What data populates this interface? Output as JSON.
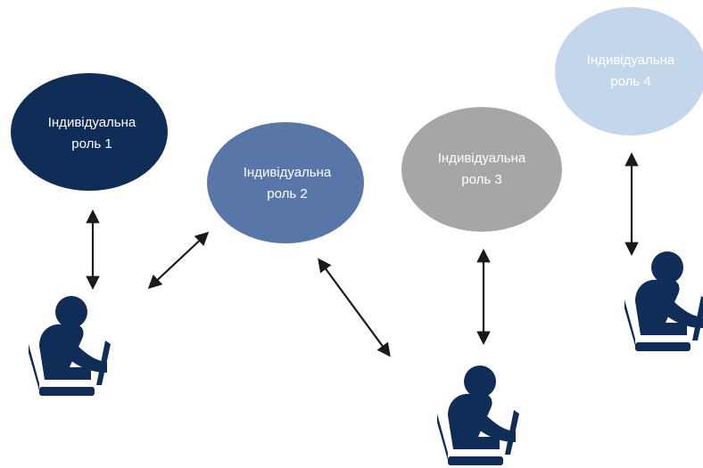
{
  "roles": [
    {
      "line1": "Індивідуальна",
      "line2": "роль 1",
      "fill": "#0f2d57",
      "text_color": "#ffffff"
    },
    {
      "line1": "Індивідуальна",
      "line2": "роль 2",
      "fill": "#5877a8",
      "text_color": "#ffffff"
    },
    {
      "line1": "Індивідуальна",
      "line2": "роль 3",
      "fill": "#a6a6a6",
      "text_color": "#ffffff"
    },
    {
      "line1": "Індивідуальна",
      "line2": "роль 4",
      "fill": "#c3d6ea",
      "text_color": "#ffffff"
    }
  ],
  "person_icon": "person-at-laptop-icon",
  "person_color": "#0f2d57",
  "arrow_icon": "double-headed-arrow-icon",
  "arrow_color": "#1a1a1a"
}
